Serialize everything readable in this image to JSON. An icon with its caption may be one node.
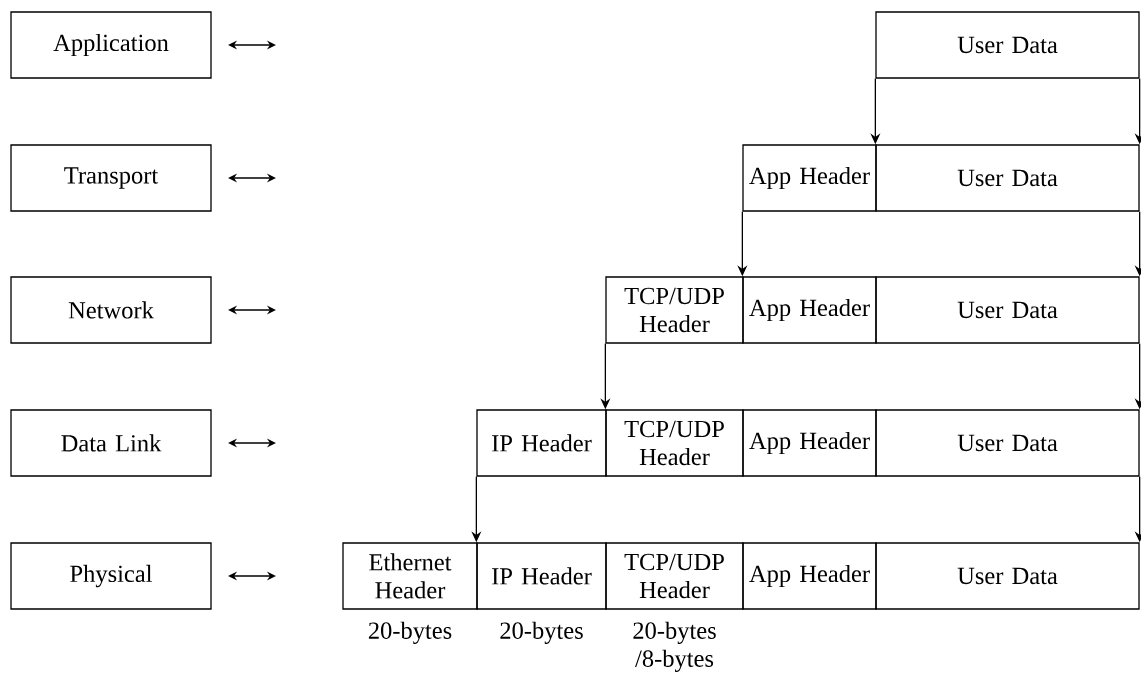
{
  "diagram": {
    "nodes": [
      {
        "text": [
          "Application"
        ]
      },
      {
        "text": [
          "User Data"
        ]
      },
      {
        "text": [
          "Transport"
        ]
      },
      {
        "text": [
          "App Header"
        ]
      },
      {
        "text": [
          "User Data"
        ]
      },
      {
        "text": [
          "Network"
        ]
      },
      {
        "text": [
          "TCP/UDP Header"
        ]
      },
      {
        "text": [
          "App Header"
        ]
      },
      {
        "text": [
          "User Data"
        ]
      },
      {
        "text": [
          "Data Link"
        ]
      },
      {
        "text": [
          "IP Header"
        ]
      },
      {
        "text": [
          "TCP/UDP Header"
        ]
      },
      {
        "text": [
          "App Header"
        ]
      },
      {
        "text": [
          "User Data"
        ]
      },
      {
        "text": [
          "Physical"
        ]
      },
      {
        "text": [
          "Ethernet Header"
        ],
        "beside": [
          "20-bytes"
        ]
      },
      {
        "text": [
          "IP Header"
        ],
        "beside": [
          "20-bytes"
        ]
      },
      {
        "text": [
          "TCP/UDP Header"
        ],
        "beside": [
          "20-bytes /8-bytes"
        ]
      },
      {
        "text": [
          "App Header"
        ]
      },
      {
        "text": [
          "User Data"
        ]
      }
    ],
    "edges": [
      {
        "from": 1,
        "to": 4,
        "arrow": "to"
      },
      {
        "from": 1,
        "to": 4,
        "arrow": "to"
      },
      {
        "from": 3,
        "to": 7,
        "arrow": "to"
      },
      {
        "from": 4,
        "to": 8,
        "arrow": "to"
      },
      {
        "from": 6,
        "to": 11,
        "arrow": "to"
      },
      {
        "from": 8,
        "to": 13,
        "arrow": "to"
      },
      {
        "from": 10,
        "to": 16,
        "arrow": "to"
      },
      {
        "from": 13,
        "to": 19,
        "arrow": "to"
      }
    ]
  }
}
